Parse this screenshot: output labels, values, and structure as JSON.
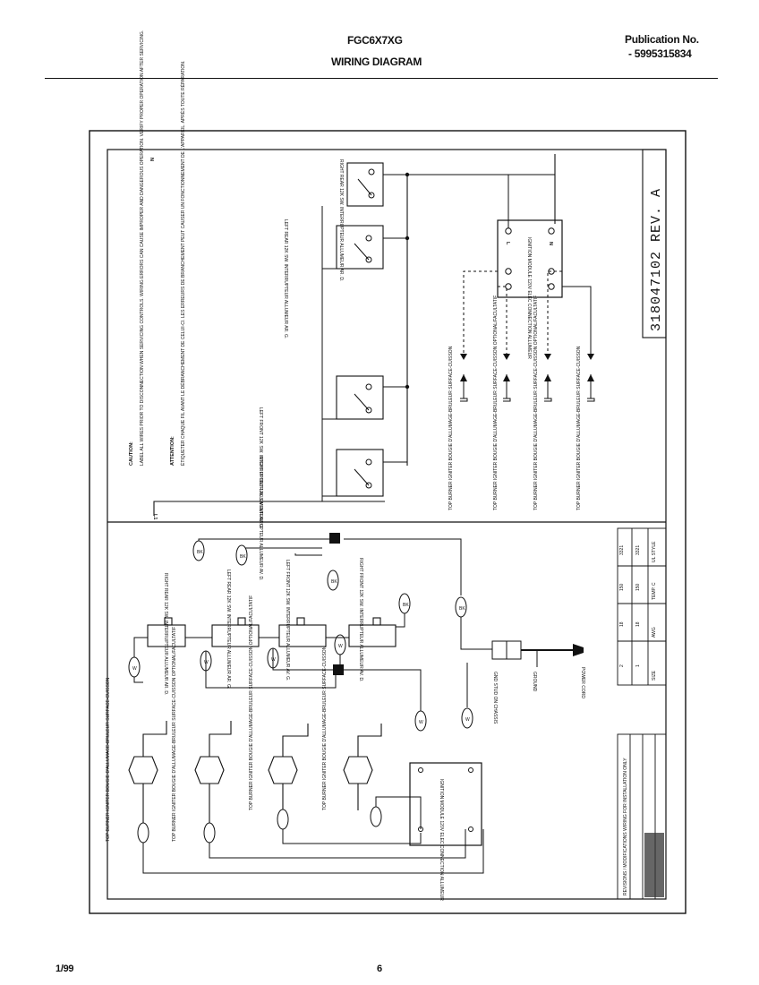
{
  "header": {
    "model": "FGC6X7XG",
    "title": "WIRING DIAGRAM",
    "publication_label": "Publication No.",
    "publication_number": "- 5995315834"
  },
  "footer": {
    "date": "1/99",
    "page": "6"
  },
  "schematic": {
    "line_label": "L1",
    "neutral_label": "N",
    "drawing_number": "318047102 REV. A",
    "caution_title": "CAUTION:",
    "caution_text": "LABEL ALL WIRES PRIOR TO DISCONNECTION WHEN SERVICING CONTROLS. WIRING ERRORS CAN CAUSE IMPROPER AND DANGEROUS OPERATION. VERIFY PROPER OPERATION AFTER SERVICING.",
    "attention_title": "ATTENTION:",
    "attention_text": "ÉTIQUETER CHAQUE FIL AVANT LE DÉBRANCHEMENT DE CELUI-CI. LES ERREURS DE BRANCHEMENT PEUT CAUSER UN FONCTIONNEMENT DE L'APPAREIL. APRÈS TOUTE RÉPARATION.",
    "switches": [
      {
        "label": "RIGHT REAR 12K SW. INTERRUPTEUR ALLUMEUR AR. D."
      },
      {
        "label": "LEFT REAR 12K SW. INTERRUPTEUR ALLUMEUR AR. G."
      },
      {
        "label": "LEFT FRONT 12K SW. INTERRUPTEUR ALLUMEUR AV. G."
      },
      {
        "label": "RIGHT FRONT 12K SW. INTERRUPTEUR ALLUMEUR AV. D."
      }
    ],
    "ignitors": [
      {
        "label": "TOP BURNER IGNITER BOUGIE D'ALLUMAGE-BRULEUR SURFACE-CUISSON"
      },
      {
        "label": "TOP BURNER IGNITER BOUGIE D'ALLUMAGE-BRULEUR SURFACE-CUISSON OPTIONAL/FACULTATIF"
      },
      {
        "label": "TOP BURNER IGNITER BOUGIE D'ALLUMAGE-BRULEUR SURFACE-CUISSON OPTIONAL/FACULTATIF"
      },
      {
        "label": "TOP BURNER IGNITER BOUGIE D'ALLUMAGE-BRULEUR SURFACE-CUISSON"
      }
    ],
    "module_label": "IGNITION MODULE 120V ELEC CONNECTION ALLUMEUR",
    "module_terminals": [
      "L",
      "N"
    ],
    "cord_label": "POWER CORD",
    "ground_label": "GROUND",
    "chassis_label": "GND STUD ON CHASSIS",
    "wire_tags": [
      "BK",
      "BK",
      "BK",
      "BK",
      "BK",
      "W",
      "W",
      "W",
      "W",
      "W",
      "W"
    ],
    "spec_table": [
      [
        "2",
        "18",
        "150",
        "3321"
      ],
      [
        "1",
        "18",
        "150",
        "3321"
      ],
      [
        "SIZE",
        "AWG",
        "TEMP. C",
        "UL STYLE"
      ]
    ],
    "revision_notes": "REVISIONS / MODIFICATIONS   WIRING FOR INSTALLATION ONLY"
  }
}
